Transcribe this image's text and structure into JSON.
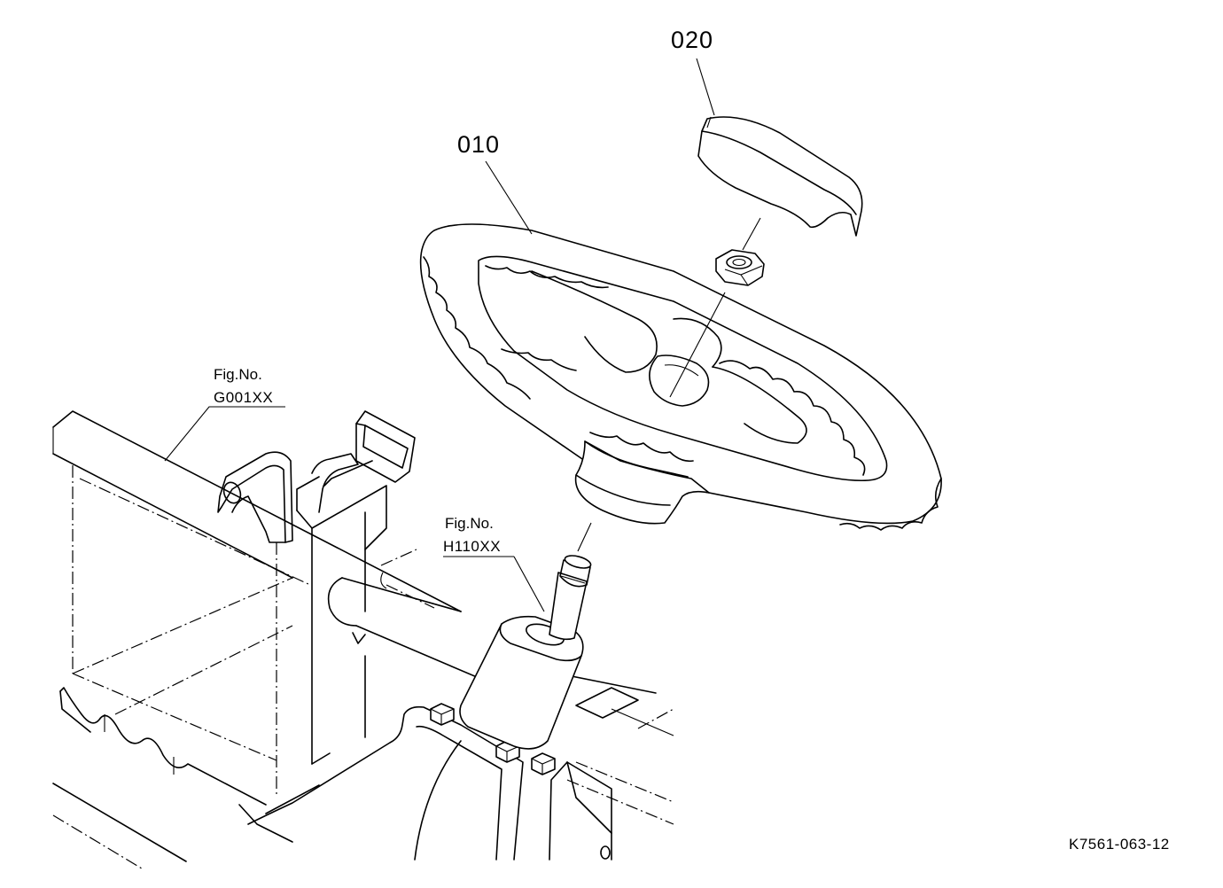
{
  "callouts": {
    "part_010": "010",
    "part_020": "020"
  },
  "references": {
    "frame": {
      "caption": "Fig.No.",
      "code": "G001XX"
    },
    "steering": {
      "caption": "Fig.No.",
      "code": "H110XX"
    }
  },
  "drawing_number": "K7561-063-12",
  "colors": {
    "line": "#000000",
    "background": "#ffffff"
  }
}
